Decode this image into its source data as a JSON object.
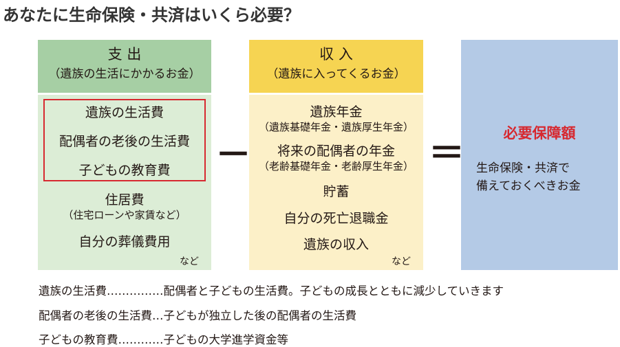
{
  "title": "あなたに生命保険・共済はいくら必要？",
  "expense": {
    "heading": "支 出",
    "subheading": "（遺族の生活にかかるお金）",
    "items": [
      "遺族の生活費",
      "配偶者の老後の生活費",
      "子どもの教育費",
      "住居費",
      "自分の葬儀費用"
    ],
    "housing_note": "（住宅ローンや家賃など）",
    "etc": "など"
  },
  "minus": "－",
  "income": {
    "heading": "収 入",
    "subheading": "（遺族に入ってくるお金）",
    "items": [
      "遺族年金",
      "将来の配偶者の年金",
      "貯蓄",
      "自分の死亡退職金",
      "遺族の収入"
    ],
    "notes": [
      "（遺族基礎年金・遺族厚生年金）",
      "（老齢基礎年金・老齢厚生年金）"
    ],
    "etc": "など"
  },
  "equals": "＝",
  "result": {
    "heading": "必要保障額",
    "desc_line1": "生命保険・共済で",
    "desc_line2": "備えておくべきお金"
  },
  "footnotes": [
    "遺族の生活費……………配偶者と子どもの生活費。子どもの成長とともに減少していきます",
    "配偶者の老後の生活費…子どもが独立した後の配偶者の生活費",
    "子どもの教育費…………子どもの大学進学資金等"
  ],
  "colors": {
    "expense_header": "#a6cfa4",
    "expense_body": "#dcedd6",
    "income_header": "#f6d452",
    "income_body": "#fcf0c8",
    "result_bg": "#b4cae6",
    "highlight_border": "#d7282f",
    "result_heading": "#d7282f"
  }
}
